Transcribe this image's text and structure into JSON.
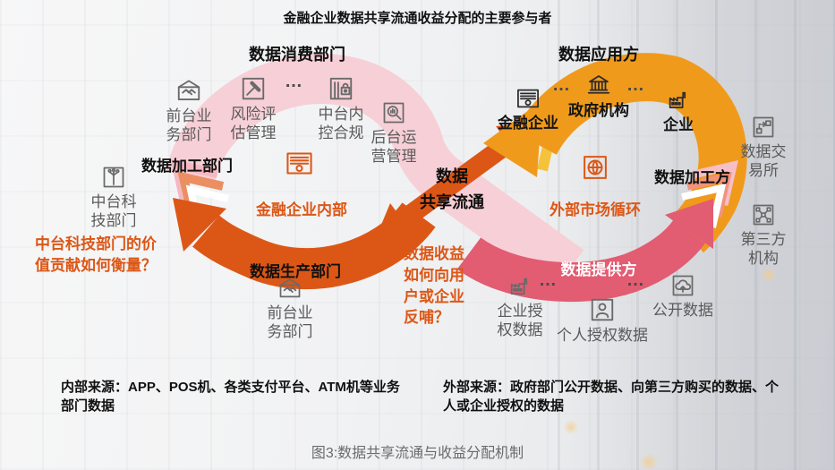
{
  "title": "金融企业数据共享流通收益分配的主要参与者",
  "caption": "图3:数据共享流通与收益分配机制",
  "dots": "…",
  "colors": {
    "accent_orange": "#DC5716",
    "loop_pink": "#F7CFD7",
    "loop_orange": "#F09A1C",
    "loop_rose": "#E25C72",
    "chevron_yellow": "#F5C23C"
  },
  "left": {
    "header": "数据消费部门",
    "processing_label": "数据加工部门",
    "inner_label": "金融企业内部",
    "production_label": "数据生产部门",
    "question": "中台科技部门的价\n值贡献如何衡量？",
    "nodes": [
      {
        "label": "前台业\n务部门",
        "icon": "handshake-icon"
      },
      {
        "label": "风险评\n估管理",
        "icon": "gavel-icon"
      },
      {
        "label": "中台内\n控合规",
        "icon": "compliance-lock-icon"
      },
      {
        "label": "后台运\n营管理",
        "icon": "ops-magnifier-icon"
      },
      {
        "label": "中台科\n技部门",
        "icon": "tech-circuit-icon"
      },
      {
        "label": "前台业\n务部门",
        "icon": "handshake-icon"
      }
    ]
  },
  "center": {
    "word1": "数据",
    "word2": "共享流通",
    "question": "数据收益\n如何向用\n户或企业\n反哺？"
  },
  "right": {
    "header": "数据应用方",
    "processing_label": "数据加工方",
    "inner_label": "外部市场循环",
    "provider_label": "数据提供方",
    "apps": [
      {
        "label": "金融企业",
        "icon": "banknote-icon"
      },
      {
        "label": "政府机构",
        "icon": "government-bank-icon"
      },
      {
        "label": "企业",
        "icon": "factory-icon"
      }
    ],
    "side_nodes": [
      {
        "label": "数据交\n易所",
        "icon": "exchange-route-icon"
      },
      {
        "label": "第三方\n机构",
        "icon": "network-nodes-icon"
      }
    ],
    "sources": [
      {
        "label": "企业授\n权数据",
        "icon": "factory-icon"
      },
      {
        "label": "个人授权数据",
        "icon": "person-icon"
      },
      {
        "label": "公开数据",
        "icon": "cloud-upload-icon"
      }
    ]
  },
  "footnotes": {
    "internal": "内部来源：APP、POS机、各类支付平台、ATM机等业务\n部门数据",
    "external": "外部来源：政府部门公开数据、向第三方购买的数据、个\n人或企业授权的数据"
  }
}
